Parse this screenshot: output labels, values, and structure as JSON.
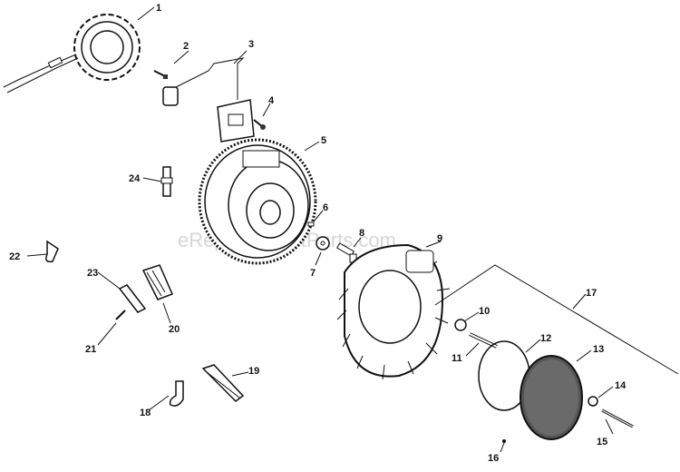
{
  "watermark": "eReplacementParts.com",
  "callouts": {
    "c1": "1",
    "c2": "2",
    "c3": "3",
    "c4": "4",
    "c5": "5",
    "c6": "6",
    "c7": "7",
    "c8": "8",
    "c9": "9",
    "c10": "10",
    "c11": "11",
    "c12": "12",
    "c13": "13",
    "c14": "14",
    "c15": "15",
    "c16": "16",
    "c17": "17",
    "c18": "18",
    "c19": "19",
    "c20": "20",
    "c21": "21",
    "c22": "22",
    "c23": "23",
    "c24": "24"
  }
}
